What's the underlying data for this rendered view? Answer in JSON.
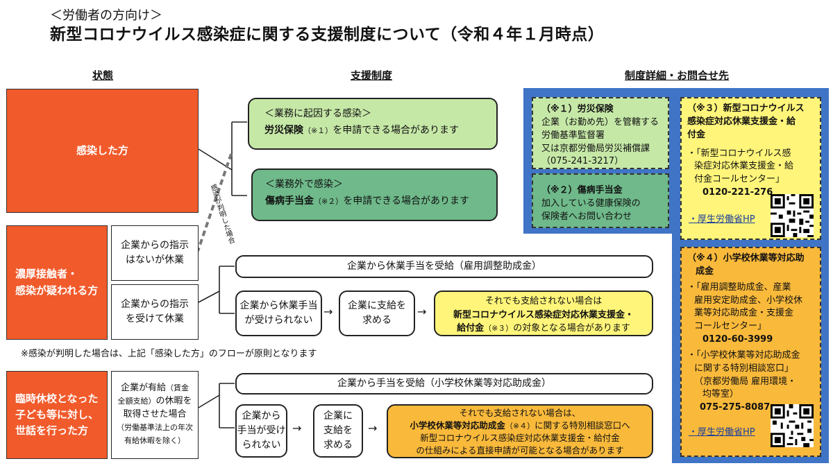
{
  "header": {
    "subtitle": "＜労働者の方向け＞",
    "title": "新型コロナウイルス感染症に関する支援制度について（令和４年１月時点）"
  },
  "columns": {
    "status": "状態",
    "support": "支援制度",
    "details": "制度詳細・お問合せ先"
  },
  "status": {
    "infected": "感染した方",
    "contact_line1": "濃厚接触者・",
    "contact_line2": "感染が疑われる方",
    "school_line1": "臨時休校となった",
    "school_line2": "子ども等に対し、",
    "school_line3": "世話を行った方"
  },
  "infected_support": {
    "work": {
      "heading": "＜業務に起因する感染＞",
      "name": "労災保険",
      "note": "（※１）",
      "text": "を申請できる場合があります"
    },
    "nonwork": {
      "heading": "＜業務外で感染＞",
      "name": "傷病手当金",
      "note": "（※２）",
      "text": "を申請できる場合があります"
    },
    "diag_label": "感染が判明した場合"
  },
  "contact": {
    "no_instruction": [
      "企業からの指示",
      "はないが休業"
    ],
    "instruction": [
      "企業からの指示",
      "を受けて休業"
    ],
    "employer_pay": "企業から休業手当を受給（雇用調整助成金）",
    "not_paid": [
      "企業から休業手当",
      "が受けられない"
    ],
    "request": [
      "企業に支給を",
      "求める"
    ],
    "result_line1": "それでも支給されない場合は",
    "result_bold1": "新型コロナウイルス感染症対応休業支援金・",
    "result_bold2": "給付金",
    "result_note": "（※３）",
    "result_tail": "の対象となる場合があります",
    "footnote": "※感染が判明した場合は、上記「感染した方」のフローが原則となります"
  },
  "school": {
    "paid_leave_a": "企業が有給",
    "paid_leave_small1": "（賃金",
    "paid_leave_small2": "全額支給）",
    "paid_leave_b": "の休暇を",
    "paid_leave_c": "取得させた場合",
    "paid_leave_note1": "（労働基準法上の年次",
    "paid_leave_note2": "有給休暇を除く）",
    "employer_pay": "企業から手当を受給（小学校休業等対応助成金）",
    "not_paid": [
      "企業から",
      "手当が受け",
      "られない"
    ],
    "request": [
      "企業に",
      "支給を",
      "求める"
    ],
    "result_line1": "それでも支給されない場合は、",
    "result_bold": "小学校休業等対応助成金",
    "result_note": "（※４）",
    "result_tail": "に関する特別相談窓口へ",
    "result_line3": "新型コロナウイルス感染症対応休業支援金・給付金",
    "result_line4": "の仕組みによる直接申請が可能となる場合があります"
  },
  "details": {
    "rousai": {
      "title": "（※１）労災保険",
      "lines": [
        "企業（お勤め先）を管轄する",
        "労働基準監督署",
        "又は京都労働局労災補償課",
        "（075-241-3217）"
      ]
    },
    "shoubyou": {
      "title": "（※２）傷病手当金",
      "lines": [
        "加入している健康保険の",
        "保険者へお問い合わせ"
      ]
    },
    "kyugyo": {
      "title_lines": [
        "（※３）新型コロナウイルス",
        "感染症対応休業支援金・給",
        "付金"
      ],
      "item_lines": [
        "・「新型コロナウイルス感",
        "染症対応休業支援金・給",
        "付金コールセンター」"
      ],
      "phone": "0120-221-276",
      "link": "・厚生労働省HP"
    },
    "shogakko": {
      "title_lines": [
        "（※４）小学校休業等対応助",
        "成金"
      ],
      "item1_lines": [
        "・「雇用調整助成金、産業",
        "雇用安定助成金、小学校休",
        "業等対応助成金・支援金",
        "コールセンター」"
      ],
      "phone1": "0120-60-3999",
      "item2_lines": [
        "・「小学校休業等対応助成金",
        "に関する特別相談窓口」",
        "（京都労働局 雇用環境・",
        "均等室）"
      ],
      "phone2": "075-275-8087",
      "link": "・厚生労働省HP"
    }
  },
  "arrows": {
    "right": "→"
  },
  "colors": {
    "orange": "#f15a2b",
    "light_green": "#c6e8a7",
    "green": "#6fb98a",
    "yellow": "#fff57a",
    "gold": "#f9b93b",
    "blue_panel": "#3f74c6"
  }
}
